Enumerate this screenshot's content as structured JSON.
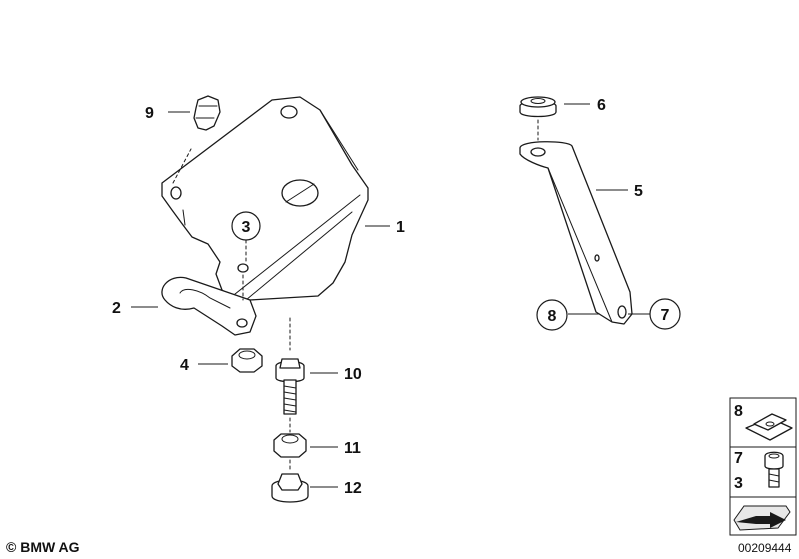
{
  "callouts": {
    "c1": "1",
    "c2": "2",
    "c3": "3",
    "c4": "4",
    "c5": "5",
    "c6": "6",
    "c7": "7",
    "c8": "8",
    "c9": "9",
    "c10": "10",
    "c11": "11",
    "c12": "12"
  },
  "legend": {
    "row1": "8",
    "row2a": "7",
    "row2b": "3"
  },
  "footer": {
    "copyright": "© BMW AG",
    "diagram_id": "00209444"
  }
}
